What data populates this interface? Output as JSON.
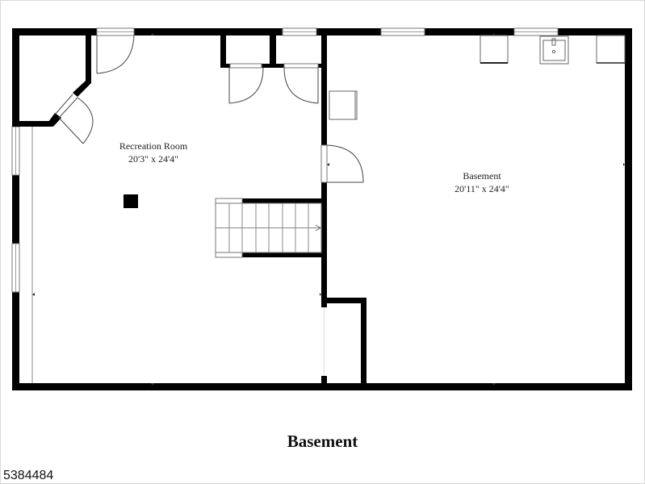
{
  "floor_plan": {
    "floor_title": "Basement",
    "listing_id": "5384484",
    "colors": {
      "wall": "#000000",
      "fixture_line": "#555555",
      "background": "#ffffff"
    },
    "rooms": [
      {
        "name": "Recreation Room",
        "dimensions": "20'3\" x 24'4\""
      },
      {
        "name": "Basement",
        "dimensions": "20'11\" x 24'4\""
      }
    ],
    "fixtures": [
      {
        "type": "stairs",
        "location": "Recreation Room"
      },
      {
        "type": "sink",
        "location": "Basement"
      },
      {
        "type": "support-column",
        "location": "Recreation Room"
      }
    ]
  }
}
